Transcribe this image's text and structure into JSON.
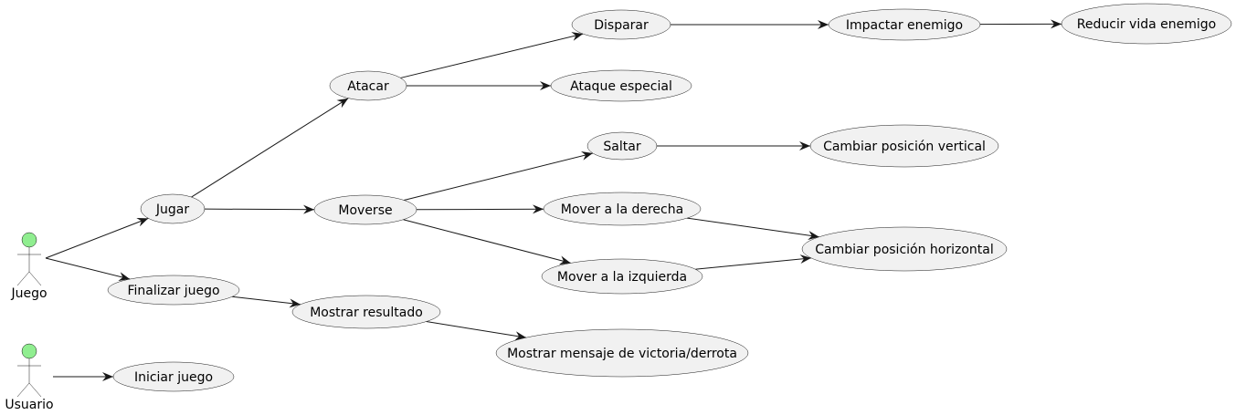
{
  "colors": {
    "actor_fill": "#90ee90",
    "usecase_fill": "#f1f1f1",
    "line": "#181818",
    "background": "#ffffff"
  },
  "actors": [
    {
      "id": "juego",
      "label": "Juego"
    },
    {
      "id": "usuario",
      "label": "Usuario"
    }
  ],
  "usecases": [
    {
      "id": "jugar",
      "label": "Jugar"
    },
    {
      "id": "finalizar",
      "label": "Finalizar juego"
    },
    {
      "id": "iniciar",
      "label": "Iniciar juego"
    },
    {
      "id": "atacar",
      "label": "Atacar"
    },
    {
      "id": "moverse",
      "label": "Moverse"
    },
    {
      "id": "mostrar_resultado",
      "label": "Mostrar resultado"
    },
    {
      "id": "disparar",
      "label": "Disparar"
    },
    {
      "id": "ataque_especial",
      "label": "Ataque especial"
    },
    {
      "id": "saltar",
      "label": "Saltar"
    },
    {
      "id": "mover_derecha",
      "label": "Mover a la derecha"
    },
    {
      "id": "mover_izquierda",
      "label": "Mover a la izquierda"
    },
    {
      "id": "mostrar_mensaje",
      "label": "Mostrar mensaje de victoria/derrota"
    },
    {
      "id": "impactar",
      "label": "Impactar enemigo"
    },
    {
      "id": "cambiar_vertical",
      "label": "Cambiar posición vertical"
    },
    {
      "id": "cambiar_horizontal",
      "label": "Cambiar posición horizontal"
    },
    {
      "id": "reducir_vida",
      "label": "Reducir vida enemigo"
    }
  ],
  "relations": [
    {
      "from": "juego",
      "to": "jugar"
    },
    {
      "from": "juego",
      "to": "finalizar"
    },
    {
      "from": "usuario",
      "to": "iniciar"
    },
    {
      "from": "jugar",
      "to": "atacar"
    },
    {
      "from": "jugar",
      "to": "moverse"
    },
    {
      "from": "finalizar",
      "to": "mostrar_resultado"
    },
    {
      "from": "atacar",
      "to": "disparar"
    },
    {
      "from": "atacar",
      "to": "ataque_especial"
    },
    {
      "from": "moverse",
      "to": "saltar"
    },
    {
      "from": "moverse",
      "to": "mover_derecha"
    },
    {
      "from": "moverse",
      "to": "mover_izquierda"
    },
    {
      "from": "mostrar_resultado",
      "to": "mostrar_mensaje"
    },
    {
      "from": "disparar",
      "to": "impactar"
    },
    {
      "from": "impactar",
      "to": "reducir_vida"
    },
    {
      "from": "saltar",
      "to": "cambiar_vertical"
    },
    {
      "from": "mover_derecha",
      "to": "cambiar_horizontal"
    },
    {
      "from": "mover_izquierda",
      "to": "cambiar_horizontal"
    }
  ]
}
